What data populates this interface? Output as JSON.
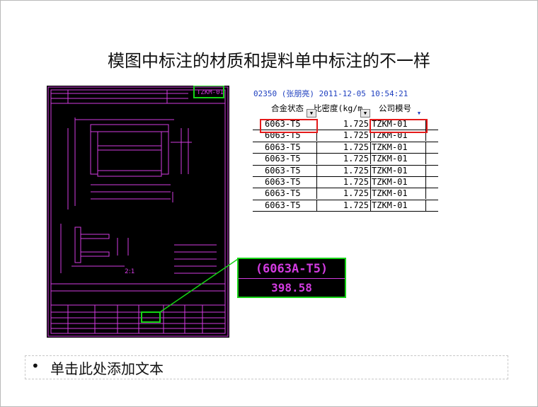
{
  "slide": {
    "title": "模图中标注的材质和提料单中标注的不一样",
    "bullet": "单击此处添加文本"
  },
  "drawing": {
    "model_tag": "TZKM-01",
    "section_label": "2:1"
  },
  "zoom": {
    "line1": "(6063A-T5)",
    "line2": "398.58"
  },
  "sheet": {
    "header": "02350 (张朋亮) 2011-12-05 10:54:21",
    "columns": [
      "合金状态",
      "比密度(kg/m",
      "公司模号"
    ],
    "rows": [
      [
        "6063-T5",
        "1.725",
        "TZKM-01"
      ],
      [
        "6063-T5",
        "1.725",
        "TZKM-01"
      ],
      [
        "6063-T5",
        "1.725",
        "TZKM-01"
      ],
      [
        "6063-T5",
        "1.725",
        "TZKM-01"
      ],
      [
        "6063-T5",
        "1.725",
        "TZKM-01"
      ],
      [
        "6063-T5",
        "1.725",
        "TZKM-01"
      ],
      [
        "6063-T5",
        "1.725",
        "TZKM-01"
      ],
      [
        "6063-T5",
        "1.725",
        "TZKM-01"
      ]
    ]
  },
  "colors": {
    "cad_line": "#d23be0",
    "highlight_green": "#16d316",
    "highlight_red": "#e31a1a"
  }
}
